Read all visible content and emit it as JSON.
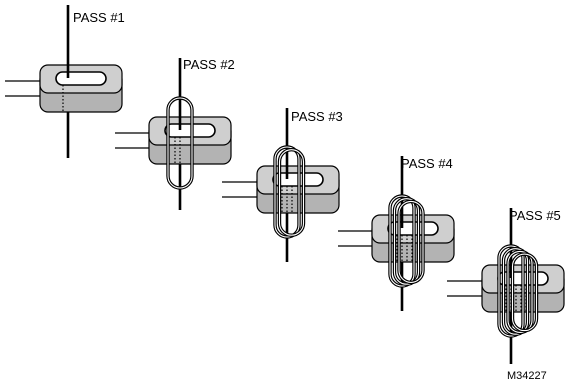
{
  "diagram": {
    "passes": [
      {
        "label": "PASS #1",
        "turns": 1
      },
      {
        "label": "PASS #2",
        "turns": 2
      },
      {
        "label": "PASS #3",
        "turns": 3
      },
      {
        "label": "PASS #4",
        "turns": 4
      },
      {
        "label": "PASS #5",
        "turns": 5
      }
    ],
    "drawing_number": "M34227",
    "colors": {
      "core_fill": "#cfcfcf",
      "core_shade": "#b3b3b3",
      "line": "#000000",
      "background": "#ffffff"
    }
  }
}
